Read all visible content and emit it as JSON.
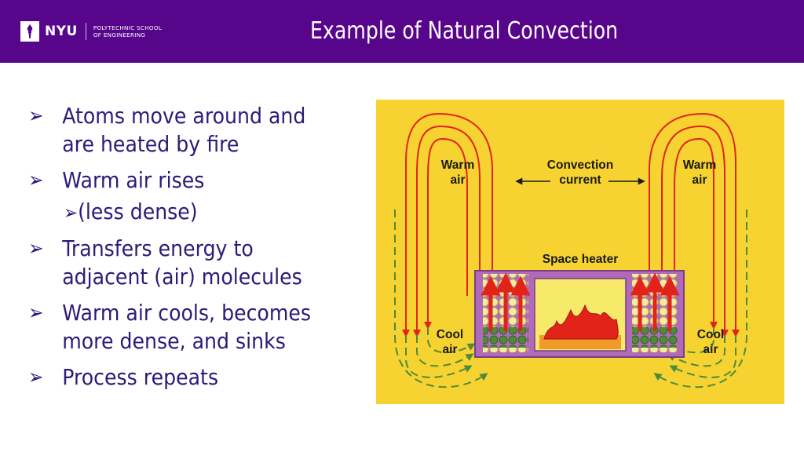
{
  "header": {
    "logo_text": "NYU",
    "school_line1": "POLYTECHNIC SCHOOL",
    "school_line2": "OF ENGINEERING",
    "title": "Example of Natural Convection"
  },
  "bullets": [
    {
      "marker": "➢",
      "lines": [
        "Atoms move around and",
        "are heated by fire"
      ]
    },
    {
      "marker": "➢",
      "lines": [
        "Warm air rises"
      ]
    },
    {
      "marker": "➢",
      "lines": [
        "(less dense)"
      ],
      "sub": true
    },
    {
      "marker": "➢",
      "lines": [
        "Transfers energy to",
        "adjacent (air) molecules"
      ]
    },
    {
      "marker": "➢",
      "lines": [
        "Warm air cools, becomes",
        "more dense, and sinks"
      ]
    },
    {
      "marker": "➢",
      "lines": [
        "Process repeats"
      ]
    }
  ],
  "diagram": {
    "warm_left": [
      "Warm",
      "air"
    ],
    "warm_right": [
      "Warm",
      "air"
    ],
    "convection": [
      "Convection",
      "current"
    ],
    "heater": "Space heater",
    "cool_left": [
      "Cool",
      "air"
    ],
    "cool_right": [
      "Cool",
      "air"
    ],
    "colors": {
      "background": "#f6d330",
      "heater": "#b06ab8",
      "warm": "#e2231a",
      "cool": "#4f8a3c"
    }
  },
  "colors": {
    "header": "#57068c",
    "bullet_text": "#2e1a7a"
  }
}
